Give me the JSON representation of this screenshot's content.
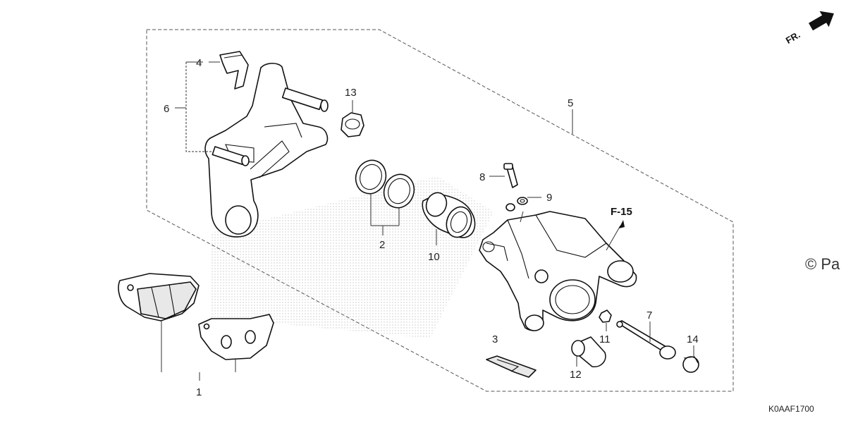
{
  "diagram": {
    "callouts": [
      {
        "id": "c1",
        "text": "1"
      },
      {
        "id": "c2",
        "text": "2"
      },
      {
        "id": "c3",
        "text": "3"
      },
      {
        "id": "c4",
        "text": "4"
      },
      {
        "id": "c5",
        "text": "5"
      },
      {
        "id": "c6",
        "text": "6"
      },
      {
        "id": "c7",
        "text": "7"
      },
      {
        "id": "c8",
        "text": "8"
      },
      {
        "id": "c9",
        "text": "9"
      },
      {
        "id": "c10",
        "text": "10"
      },
      {
        "id": "c11",
        "text": "11"
      },
      {
        "id": "c12",
        "text": "12"
      },
      {
        "id": "c13",
        "text": "13"
      },
      {
        "id": "c14",
        "text": "14"
      }
    ],
    "reference": "F-15",
    "direction_label": "FR.",
    "diagram_code": "K0AAF1700",
    "copyright_fragment": "© Pa"
  }
}
